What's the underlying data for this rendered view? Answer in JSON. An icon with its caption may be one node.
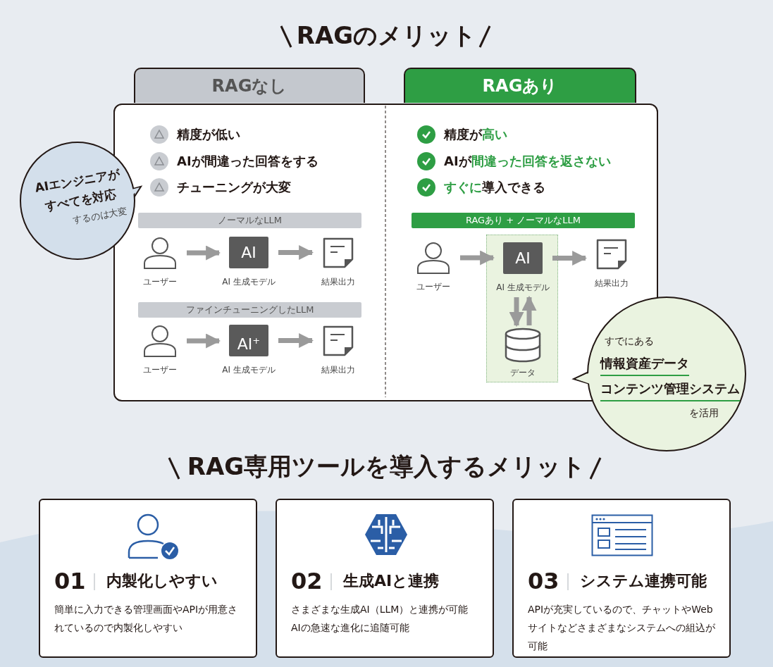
{
  "diagram": {
    "title": "RAGのメリット",
    "nodes": [
      {
        "text": [
          "RAGなし"
        ]
      },
      {
        "text": [
          "RAGあり"
        ]
      },
      {
        "text": [
          "AIエンジニアがすべてを対応",
          "するのは大変"
        ]
      },
      {
        "text": [
          "ノーマルなLLM"
        ]
      },
      {
        "text": [],
        "shape": "person",
        "beside": [
          "ユーザー"
        ]
      },
      {
        "text": [
          "AI"
        ],
        "beside": [
          "AI 生成モデル"
        ]
      },
      {
        "text": [],
        "shape": "document",
        "beside": [
          "結果出力"
        ]
      },
      {
        "text": [
          "ファインチューニングしたLLM"
        ]
      },
      {
        "text": [],
        "shape": "person",
        "beside": [
          "ユーザー"
        ]
      },
      {
        "text": [
          "AI$^{+}$"
        ],
        "beside": [
          "AI 生成モデル"
        ]
      },
      {
        "text": [],
        "shape": "document",
        "beside": [
          "結果出力"
        ]
      },
      {
        "text": [
          "RAGあり + ノーマルなLLM"
        ]
      },
      {
        "text": [],
        "shape": "person",
        "beside": [
          "ユーザー"
        ]
      },
      {
        "text": [],
        "shape": "box"
      },
      {
        "text": [
          "AI"
        ],
        "beside": [
          "AI 生成モデル"
        ],
        "in": 13
      },
      {
        "text": [],
        "shape": "cylinder",
        "beside": [
          "データ"
        ],
        "in": 13
      },
      {
        "text": [],
        "shape": "document",
        "beside": [
          "結果出力"
        ]
      },
      {
        "text": [
          "すでにある",
          "情報資産データ",
          "コンテンツ管理システム",
          "を活用"
        ]
      },
      {
        "text": [
          "01",
          "内製化しやすい",
          "簡単に入力できる管理画面やAPIが用意されているので内製化しやすい"
        ]
      },
      {
        "text": [
          "02",
          "生成AIと連携",
          "さまざまな生成AI（LLM）と連携が可能",
          "AIの急速な進化に追随可能"
        ]
      },
      {
        "text": [
          "03",
          "システム連携可能",
          "APIが充実しているので、チャットやWebサイトなどさまざまなシステムへの組込が可能"
        ]
      }
    ],
    "edges": [
      {
        "from": 4,
        "to": 5,
        "arrow": "to"
      },
      {
        "from": 5,
        "to": 6,
        "arrow": "to"
      },
      {
        "from": 8,
        "to": 9,
        "arrow": "to"
      },
      {
        "from": 9,
        "to": 10,
        "arrow": "to"
      },
      {
        "from": 12,
        "to": 14,
        "arrow": "to"
      },
      {
        "from": 14,
        "to": 16,
        "arrow": "to"
      },
      {
        "from": 14,
        "to": 15,
        "arrow": "to"
      },
      {
        "from": 15,
        "to": 14,
        "arrow": "to"
      }
    ],
    "labels": [
      "精度が低い",
      "AIが間違った回答をする",
      "チューニングが大変",
      "精度が**高い**",
      "AIが**間違った回答を返さない**",
      "**すぐに**導入できる",
      "RAG専用ツールを導入するメリット"
    ]
  }
}
